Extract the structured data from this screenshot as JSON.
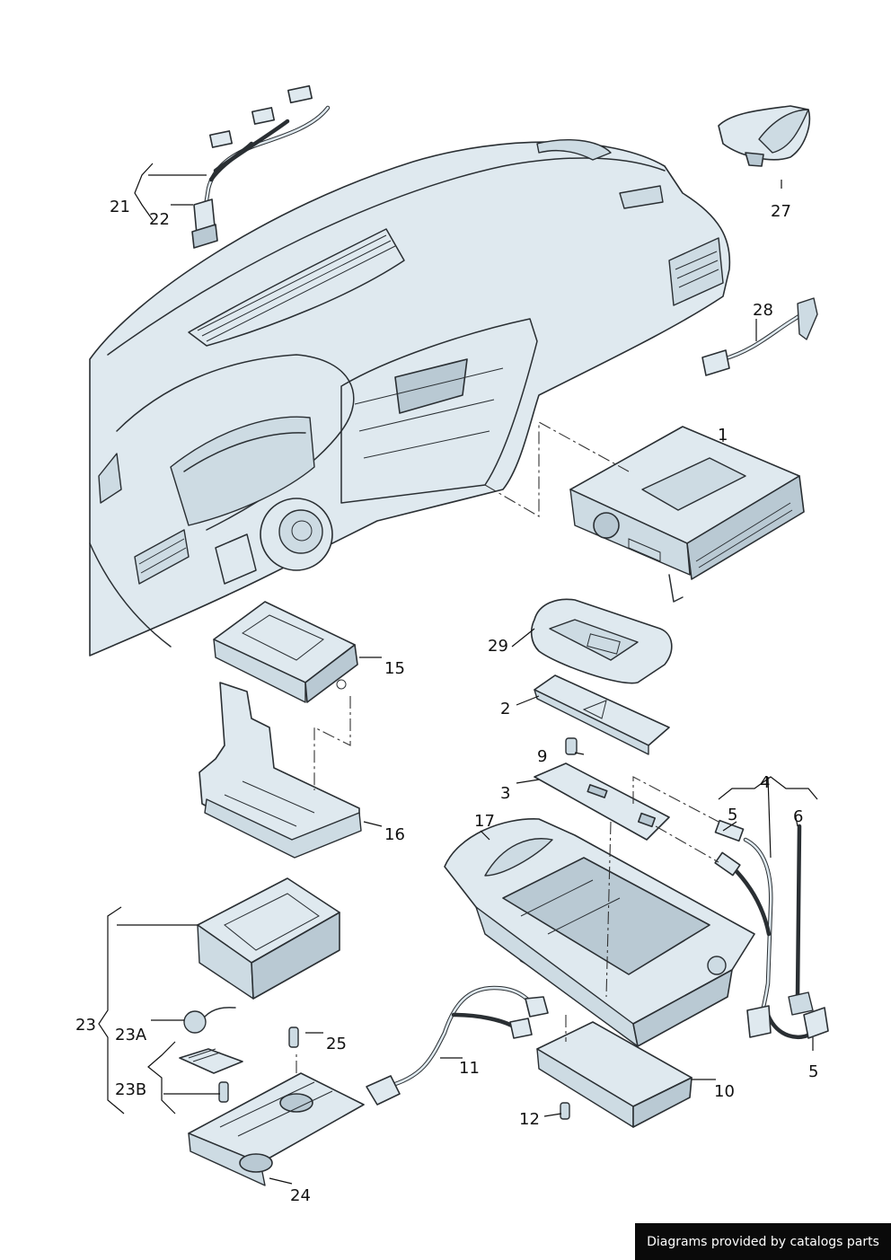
{
  "callouts": [
    {
      "id": "c1",
      "text": "1"
    },
    {
      "id": "c2",
      "text": "2"
    },
    {
      "id": "c3",
      "text": "3"
    },
    {
      "id": "c4",
      "text": "4"
    },
    {
      "id": "c5a",
      "text": "5"
    },
    {
      "id": "c5b",
      "text": "5"
    },
    {
      "id": "c6",
      "text": "6"
    },
    {
      "id": "c9",
      "text": "9"
    },
    {
      "id": "c10",
      "text": "10"
    },
    {
      "id": "c11",
      "text": "11"
    },
    {
      "id": "c12",
      "text": "12"
    },
    {
      "id": "c15",
      "text": "15"
    },
    {
      "id": "c16",
      "text": "16"
    },
    {
      "id": "c17",
      "text": "17"
    },
    {
      "id": "c21",
      "text": "21"
    },
    {
      "id": "c22",
      "text": "22"
    },
    {
      "id": "c23",
      "text": "23"
    },
    {
      "id": "c23a",
      "text": "23A"
    },
    {
      "id": "c23b",
      "text": "23B"
    },
    {
      "id": "c24",
      "text": "24"
    },
    {
      "id": "c25",
      "text": "25"
    },
    {
      "id": "c27",
      "text": "27"
    },
    {
      "id": "c28",
      "text": "28"
    },
    {
      "id": "c29",
      "text": "29"
    }
  ],
  "credit": "Diagrams provided by catalogs parts"
}
